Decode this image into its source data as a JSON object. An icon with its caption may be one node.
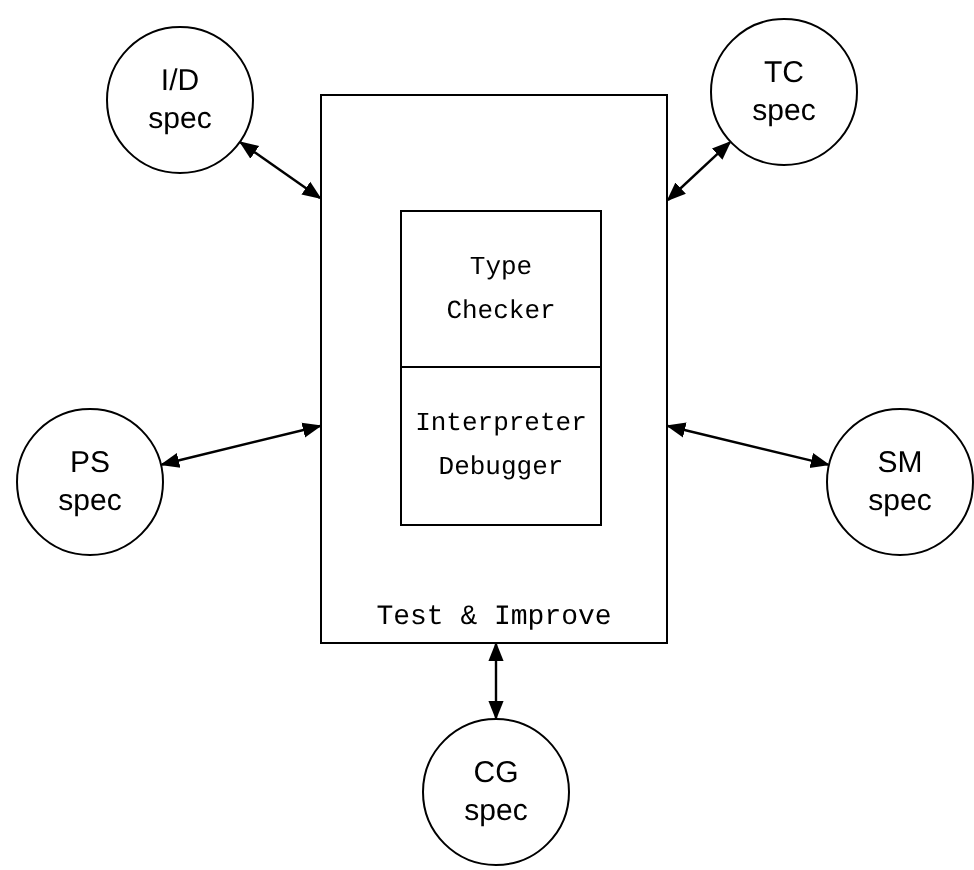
{
  "diagram": {
    "nodes": [
      {
        "text": [
          "I/D spec"
        ]
      },
      {
        "text": [
          "TC spec"
        ]
      },
      {
        "text": [
          "Test & Improve"
        ]
      },
      {
        "text": [
          "Type Checker"
        ],
        "in": 2
      },
      {
        "text": [
          "Interpreter Debugger"
        ],
        "in": 2
      },
      {
        "text": [
          "PS spec"
        ]
      },
      {
        "text": [
          "SM spec"
        ]
      },
      {
        "text": [
          "CG spec"
        ]
      }
    ],
    "edges": [
      {
        "from": 0,
        "to": 2,
        "arrow": "both"
      },
      {
        "from": 1,
        "to": 2,
        "arrow": "both"
      },
      {
        "from": 5,
        "to": 2,
        "arrow": "both"
      },
      {
        "from": 6,
        "to": 2,
        "arrow": "both"
      },
      {
        "from": 7,
        "to": 2,
        "arrow": "both"
      }
    ]
  }
}
